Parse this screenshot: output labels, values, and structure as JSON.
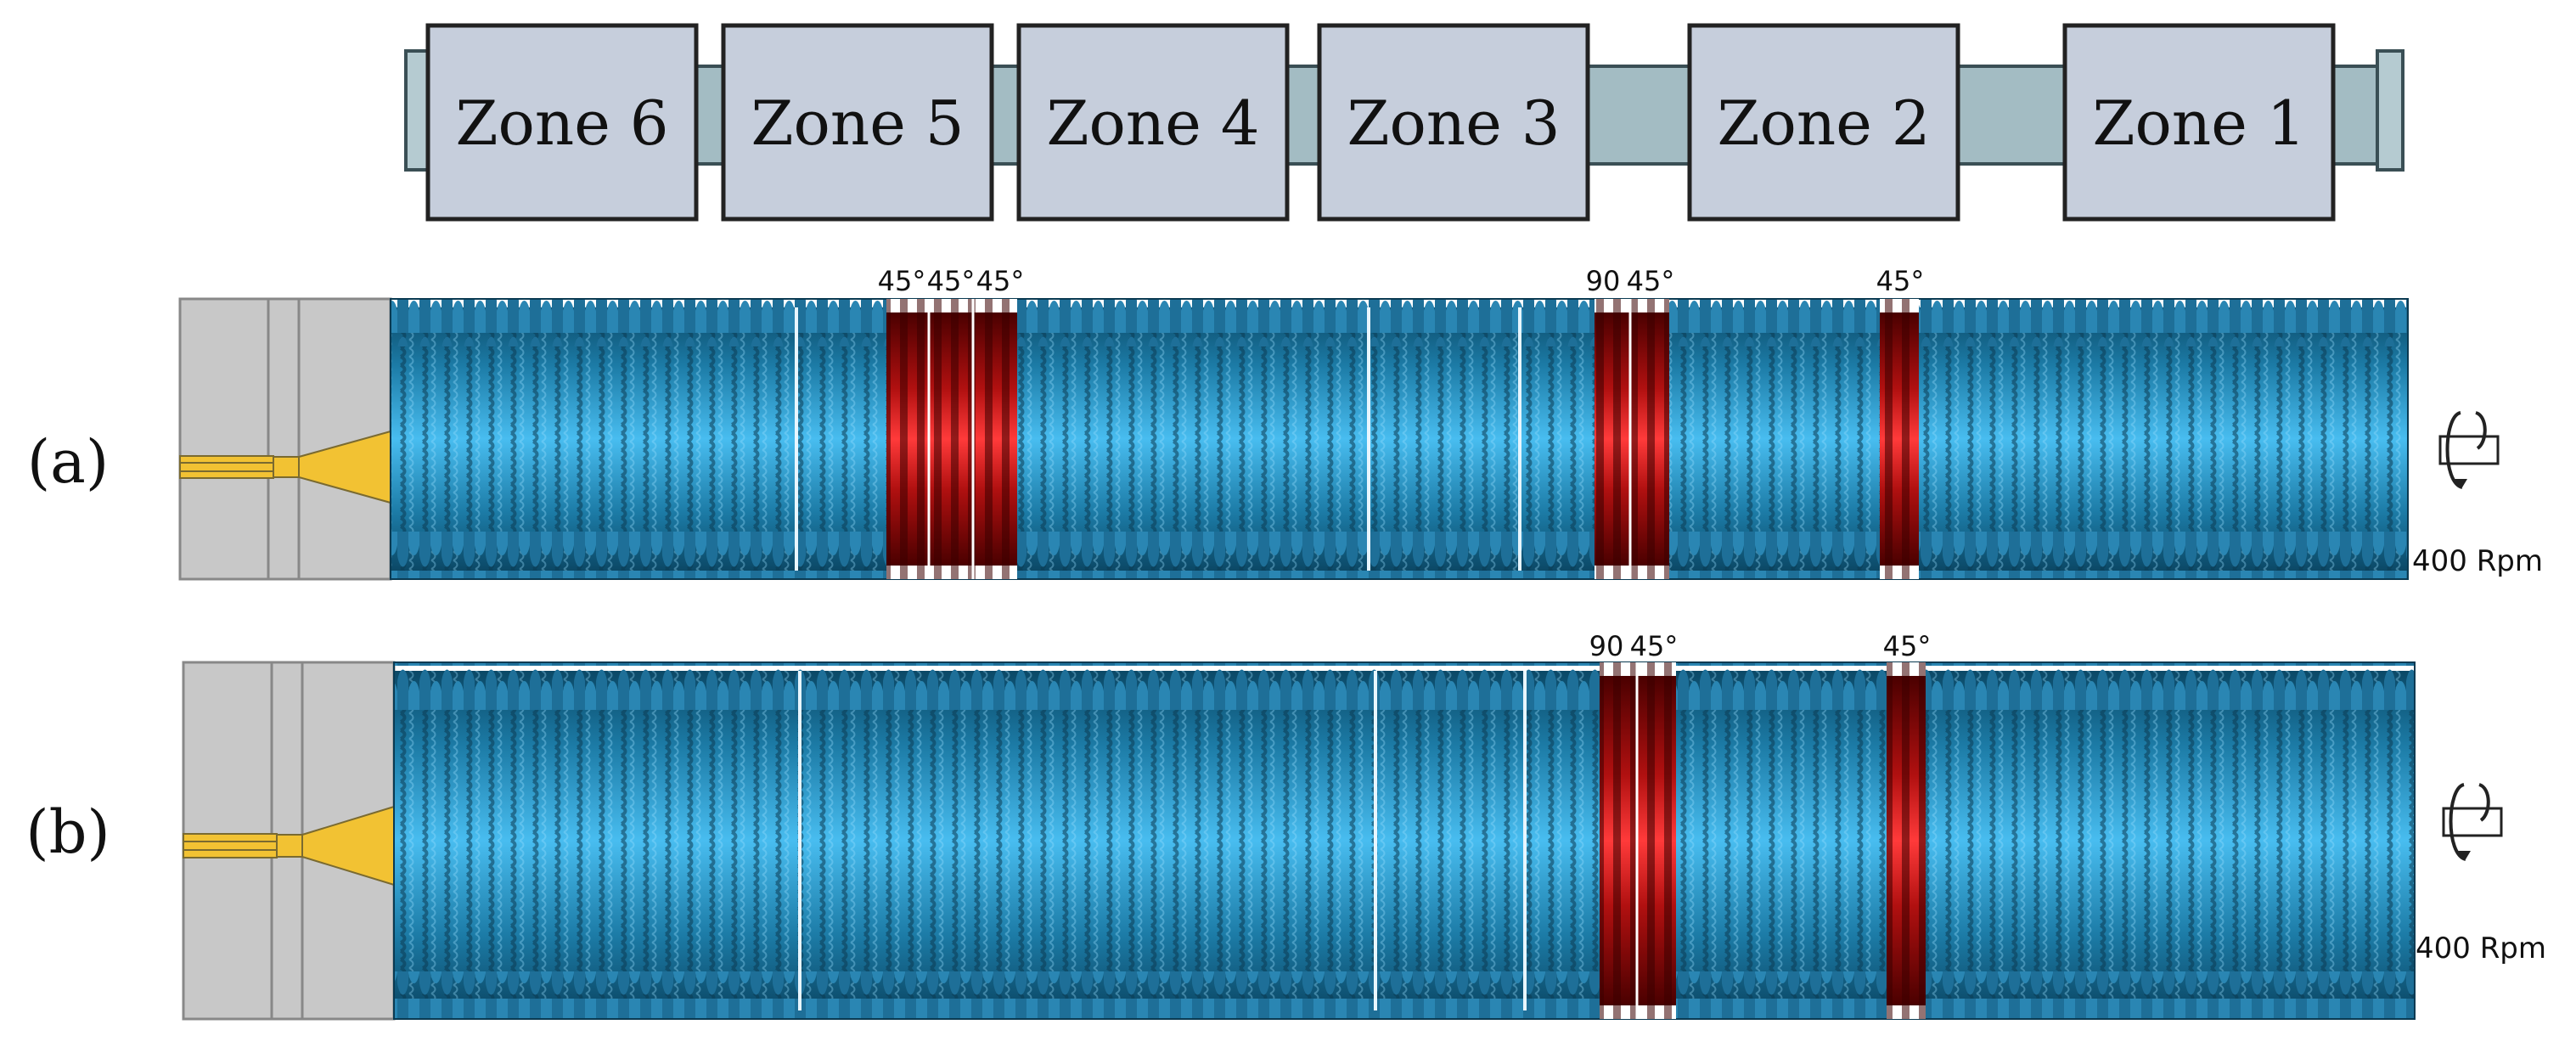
{
  "zones": [
    "Zone 6",
    "Zone 5",
    "Zone 4",
    "Zone 3",
    "Zone 2",
    "Zone 1"
  ],
  "screws": [
    {
      "label": "(a)",
      "angle_labels": [
        "45°",
        "45°",
        "45°",
        "90",
        "45°",
        "45°"
      ],
      "speed": "400 Rpm"
    },
    {
      "label": "(b)",
      "angle_labels": [
        "90",
        "45°",
        "45°"
      ],
      "speed": "400 Rpm"
    }
  ],
  "colors": {
    "zone_fill": "#c6cedc",
    "barrel": "#a3bcc3",
    "screw_dark": "#0f5a7a",
    "screw_light": "#41b4e8",
    "kneading_red": "#ff3030",
    "kneading_dark": "#5a0000",
    "die_gray": "#c8c8c8",
    "die_gold": "#f2c233"
  },
  "icons": [
    "rotation-icon"
  ]
}
